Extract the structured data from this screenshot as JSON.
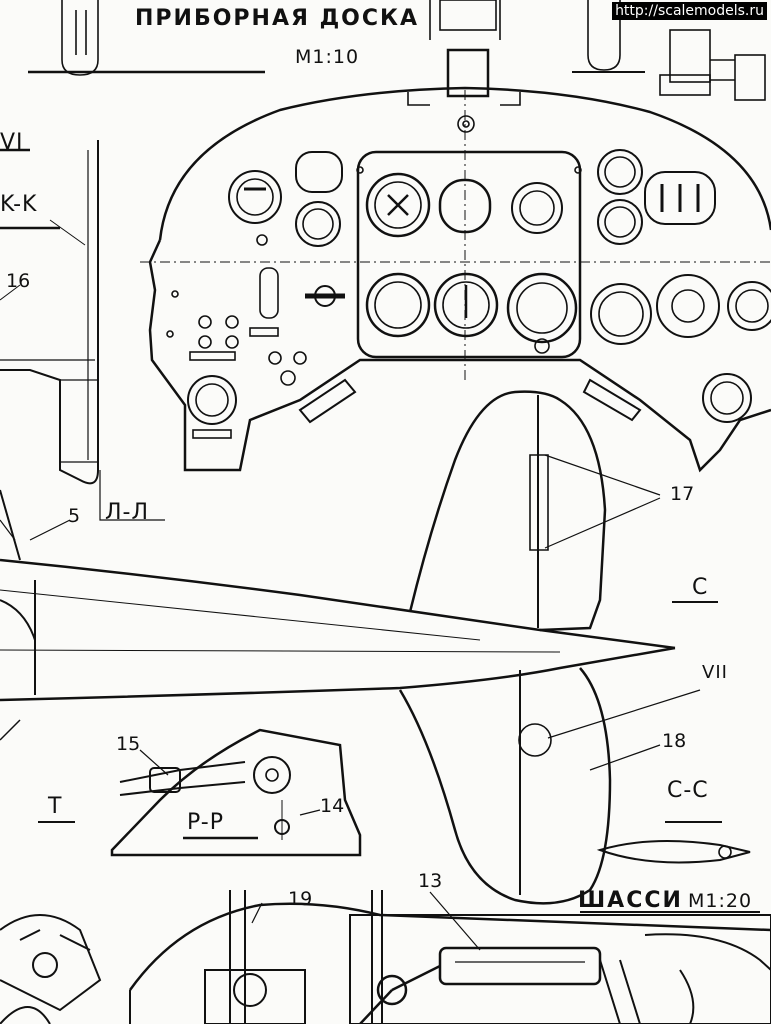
{
  "watermark": "http://scalemodels.ru",
  "panel": {
    "title": "ПРИБОРНАЯ ДОСКА",
    "scale": "M1:10"
  },
  "gear": {
    "title": "ШАССИ",
    "scale": "M1:20"
  },
  "sections": {
    "vi": "VI",
    "kk": "K-K",
    "ll": "Л-Л",
    "c": "C",
    "cc": "C-C",
    "vii": "VII",
    "t": "T",
    "pp": "P-P"
  },
  "callouts": {
    "n5": "5",
    "n13": "13",
    "n14": "14",
    "n15": "15",
    "n16": "16",
    "n17": "17",
    "n18": "18",
    "n19": "19"
  },
  "colors": {
    "ink": "#111111",
    "paper": "#fbfbf9"
  }
}
